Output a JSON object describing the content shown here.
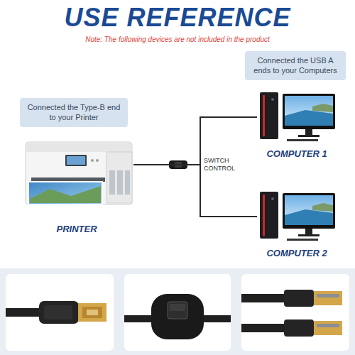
{
  "diagram": {
    "title": "USE REFERENCE",
    "nodes": [
      {
        "text": [
          "Connected the USB A ends to your Computers"
        ]
      },
      {
        "text": [
          "Connected the Type-B end to your Printer"
        ]
      },
      {
        "text": [
          "PRINTER"
        ]
      },
      {
        "text": [
          "COMPUTER 1"
        ]
      },
      {
        "text": [
          "COMPUTER 2"
        ]
      }
    ],
    "edges": [
      {
        "from": 2,
        "to": 3,
        "arrow": "none"
      },
      {
        "from": 2,
        "to": 4,
        "arrow": "none"
      }
    ],
    "labels": [
      "Note: The following devices are not included in the product",
      "SWITCH CONTROL"
    ]
  }
}
